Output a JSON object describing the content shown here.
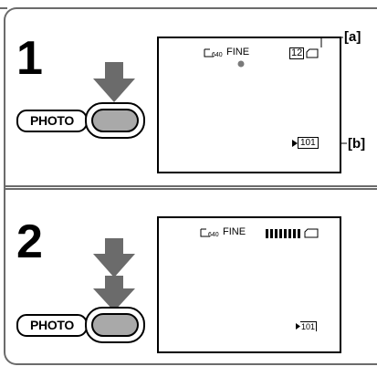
{
  "step1": {
    "number": "1",
    "button_label": "PHOTO",
    "screen": {
      "image_size": "640",
      "quality": "FINE",
      "remaining_count": "12",
      "folder": "101"
    }
  },
  "step2": {
    "number": "2",
    "button_label": "PHOTO",
    "screen": {
      "image_size": "640",
      "quality": "FINE",
      "folder": "101"
    }
  },
  "callouts": {
    "a": "[a]",
    "b": "[b]"
  },
  "colors": {
    "button_fill": "#a9a9a9",
    "arrow_fill": "#6b6b6b",
    "frame": "#6b6b6b"
  },
  "icons": [
    "arrow-down-icon",
    "image-size-icon",
    "recording-dot-icon",
    "memory-card-icon",
    "play-folder-icon",
    "progress-bar-icon"
  ]
}
